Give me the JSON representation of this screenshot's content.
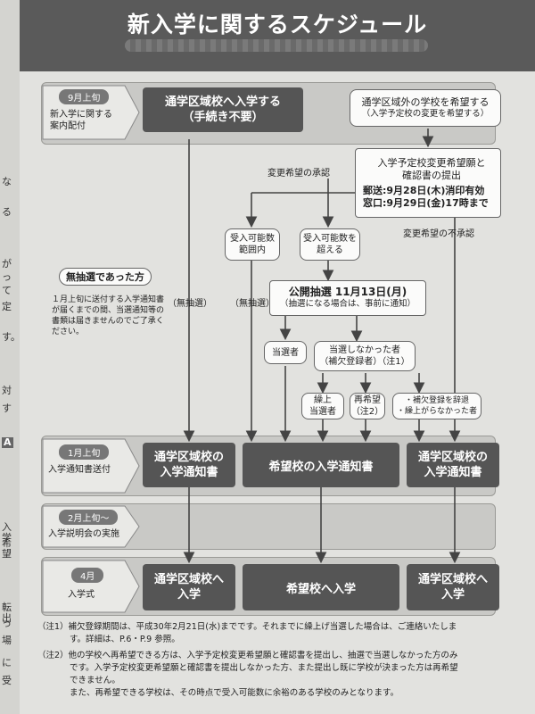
{
  "title": "新入学に関するスケジュール",
  "timeline": [
    {
      "tag": "9月上旬",
      "line1": "新入学に関する",
      "line2": "案内配付"
    },
    {
      "tag": "1月上旬",
      "line1": "入学通知書送付",
      "line2": ""
    },
    {
      "tag": "2月上旬〜",
      "line1": "入学説明会の実施",
      "line2": ""
    },
    {
      "tag": "4月",
      "line1": "入学式",
      "line2": ""
    }
  ],
  "boxes": {
    "in_district": {
      "line1": "通学区域校へ入学する",
      "line2": "（手続き不要）"
    },
    "out_district": {
      "line1": "通学区域外の学校を希望する",
      "line2": "（入学予定校の変更を希望する）"
    },
    "submit": {
      "line1": "入学予定校変更希望願と",
      "line2": "確認書の提出",
      "line3": "郵送:9月28日(木)消印有効",
      "line4": "窓口:9月29日(金)17時まで"
    },
    "within": {
      "line1": "受入可能数",
      "line2": "範囲内"
    },
    "exceed": {
      "line1": "受入可能数を",
      "line2": "超える"
    },
    "lottery": {
      "line1": "公開抽選 11月13日(月)",
      "line2": "（抽選になる場合は、事前に通知）"
    },
    "winner": "当選者",
    "loser": {
      "line1": "当選しなかった者",
      "line2": "（補欠登録者）（注1）"
    },
    "moveup": {
      "line1": "繰上",
      "line2": "当選者"
    },
    "rehope": {
      "line1": "再希望",
      "line2": "（注2）"
    },
    "declined": {
      "line1": "・補欠登録を辞退",
      "line2": "・繰上がらなかった者"
    },
    "notice_district_l": {
      "line1": "通学区域校の",
      "line2": "入学通知書"
    },
    "notice_hope": "希望校の入学通知書",
    "notice_district_r": {
      "line1": "通学区域校の",
      "line2": "入学通知書"
    },
    "enter_district_l": {
      "line1": "通学区域校へ",
      "line2": "入学"
    },
    "enter_hope": "希望校へ入学",
    "enter_district_r": {
      "line1": "通学区域校へ",
      "line2": "入学"
    }
  },
  "labels": {
    "approve": "変更希望の承認",
    "disapprove": "変更希望の不承認",
    "no_lottery_1": "（無抽選）",
    "no_lottery_2": "（無抽選）"
  },
  "no_lottery_note": {
    "title": "無抽選であった方",
    "line1": "１月上旬に送付する入学通知書",
    "line2": "が届くまでの間、当選通知等の",
    "line3": "書類は届きませんのでご了承く",
    "line4": "ださい。"
  },
  "notes": {
    "n1_line1": "（注1）補欠登録期間は、平成30年2月21日(水)までです。それまでに繰上げ当選した場合は、ご連絡いたしま",
    "n1_line2": "す。詳細は、P.6・P.9 参照。",
    "n2_line1": "（注2）他の学校へ再希望できる方は、入学予定校変更希望願と確認書を提出し、抽選で当選しなかった方のみ",
    "n2_line2": "です。入学予定校変更希望願と確認書を提出しなかった方、また提出し既に学校が決まった方は再希望",
    "n2_line3": "できません。",
    "n2_line4": "また、再希望できる学校は、その時点で受入可能数に余裕のある学校のみとなります。"
  },
  "margin_chars": [
    "な",
    "る",
    "が",
    "っ",
    "て",
    "定",
    "す。",
    "対",
    "す",
    "A",
    "入学",
    "希望",
    "転出",
    "っ",
    "場",
    "に",
    "受"
  ],
  "colors": {
    "dark_box": "#555555",
    "header": "#5a5a5a",
    "arrow": "#444444",
    "timeline": "#c9c9c6"
  }
}
